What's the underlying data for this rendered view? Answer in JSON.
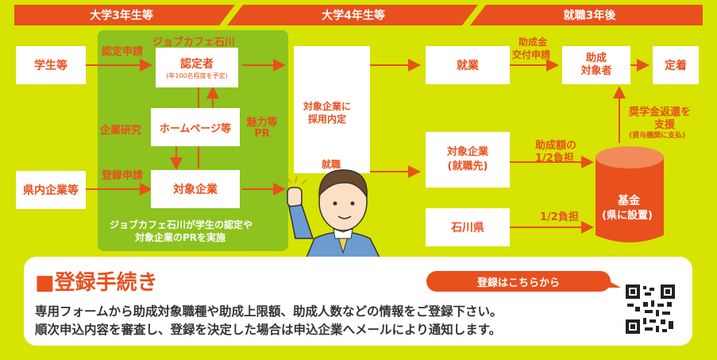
{
  "header": {
    "phase1": "大学3年生等",
    "phase2": "大学4年生等",
    "phase3": "就職3年後"
  },
  "left": {
    "students": "学生等",
    "companies": "県内企業等",
    "cert_apply": "認定申請",
    "research": "企業研究",
    "reg_apply": "登録申請"
  },
  "green": {
    "jobcafe": "ジョブカフェ石川",
    "certified": "認定者",
    "certified_note": "(年100名程度を予定)",
    "homepage": "ホームページ等",
    "appeal": "魅力等 PR",
    "target_company": "対象企業",
    "caption1": "ジョブカフェ石川が学生の認定や",
    "caption2": "対象企業のPRを実施"
  },
  "middle": {
    "offer1": "対象企業に",
    "offer2": "採用内定",
    "job": "就職"
  },
  "right": {
    "employment": "就業",
    "grant_apply1": "助成金",
    "grant_apply2": "交付申請",
    "recipient1": "助成",
    "recipient2": "対象者",
    "settle": "定着",
    "repay1": "奨学金返還を",
    "repay2": "支援",
    "repay3": "(貸与機関に支払)",
    "employer1": "対象企業",
    "employer2": "(就職先)",
    "grant_half1": "助成額の",
    "grant_half2": "1/2負担",
    "ishikawa": "石川県",
    "half2": "1/2負担",
    "fund1": "基金",
    "fund2": "(県に設置)"
  },
  "registration": {
    "title": "■登録手続き",
    "button": "登録はこちらから",
    "line1": "専用フォームから助成対象職種や助成上限額、助成人数などの情報をご登録下さい。",
    "line2": "順次申込内容を審査し、登録を決定した場合は申込企業へメールにより通知します。"
  },
  "colors": {
    "accent": "#e8501e",
    "background": "#d7e300",
    "green": "#8dc21f"
  }
}
